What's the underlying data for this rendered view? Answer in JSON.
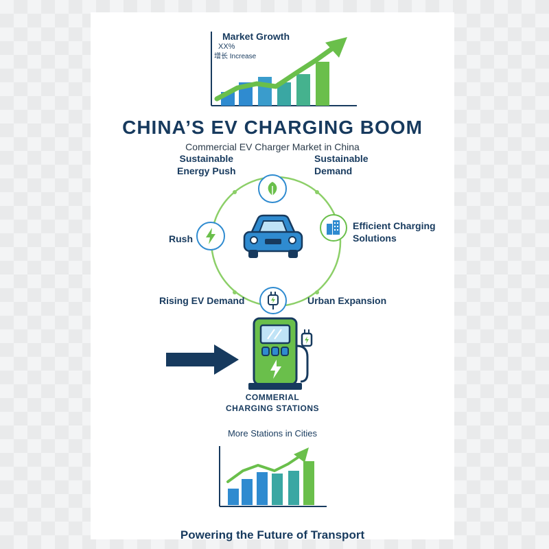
{
  "top_chart": {
    "title": "Market Growth",
    "sub1": "XX%",
    "sub2": "增长 Increase"
  },
  "headline": "CHINA’S EV CHARGING BOOM",
  "subheadline": "Commercial EV Charger Market in China",
  "cycle": {
    "label_top_left": [
      "Sustainable",
      "Energy Push"
    ],
    "label_top_right": [
      "Sustainable",
      "Demand"
    ],
    "label_right": [
      "Efficient Charging",
      "Solutions"
    ],
    "label_left": "Rush",
    "label_bottom_left": "Rising EV Demand",
    "label_bottom_right": "Urban Expansion",
    "icons": [
      "leaf-icon",
      "city-building-icon",
      "plug-icon",
      "lightning-bolt-icon",
      "car-icon"
    ]
  },
  "station": {
    "caption_line1": "COMMERIAL",
    "caption_line2": "CHARGING STATIONS"
  },
  "bottom_chart": {
    "title": "More Stations in Cities"
  },
  "footer": "Powering the Future of Transport",
  "colors": {
    "navy": "#173a5e",
    "blue": "#2f8bd0",
    "green": "#6abf4b",
    "teal": "#3aa7a3"
  }
}
